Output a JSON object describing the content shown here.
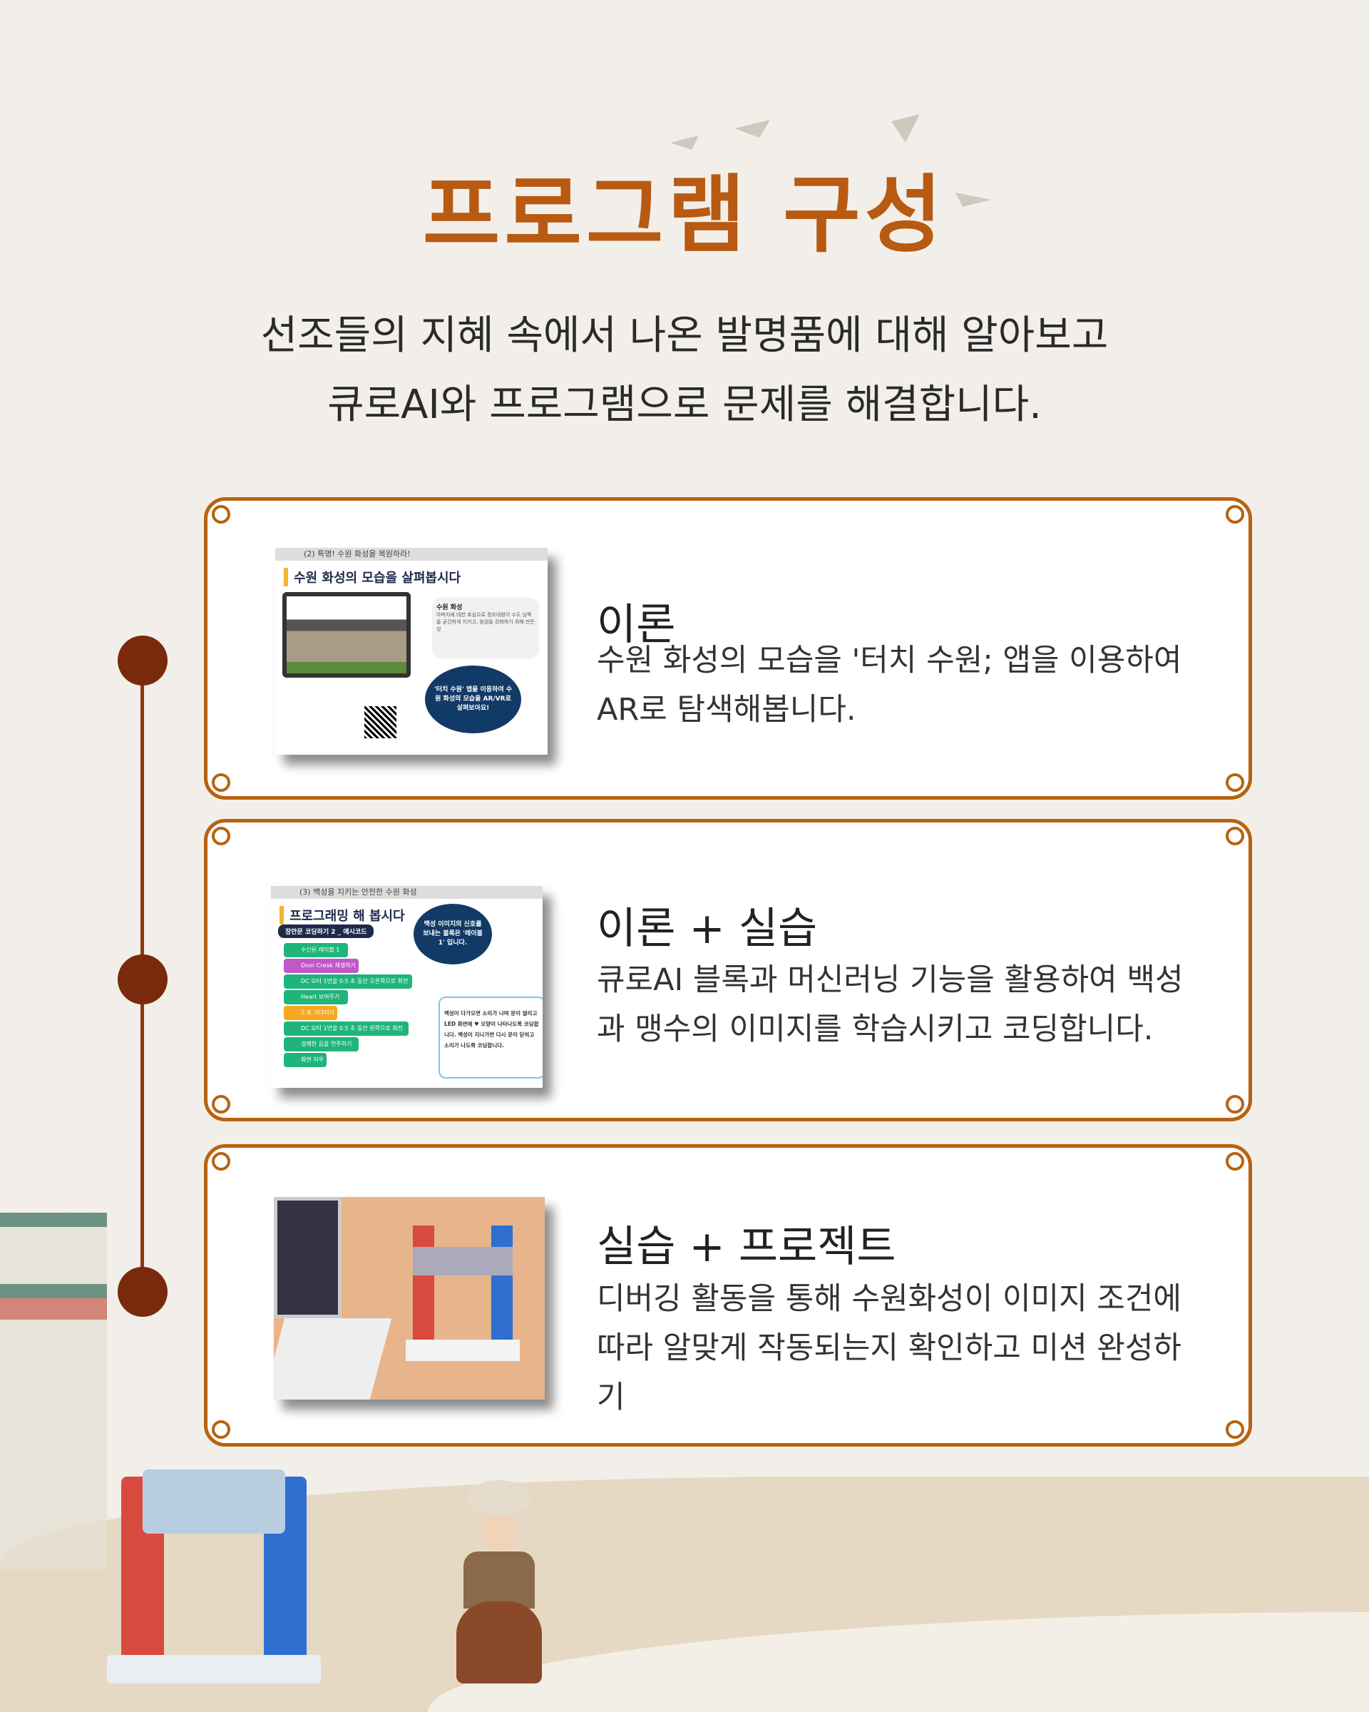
{
  "title": "프로그램 구성",
  "subtitle": [
    "선조들의 지혜 속에서 나온 발명품에 대해 알아보고",
    "큐로AI와 프로그램으로 문제를 해결합니다."
  ],
  "colors": {
    "accent": "#b85a12",
    "timeline": "#7a2a0c",
    "background": "#f2efea"
  },
  "cards": [
    {
      "heading": "이론",
      "body": "수원 화성의 모습을 '터치 수원; 앱을 이용하여 AR로 탐색해봅니다.",
      "image": {
        "tab": "(2) 특명! 수원 화성을 복원하라!",
        "title": "수원 화성의 모습을 살펴봅시다",
        "search": "수원 화성",
        "desc": "아버지에 대한 효심으로 정조대왕이 수도 남쪽을 굳건하게 지키고, 왕권을 강화하기 위해 만든 성",
        "bubble": "'터치 수원' 앱을 이용하여 수원 화성의 모습을 AR/VR로 살펴보아요!"
      }
    },
    {
      "heading": "이론 + 실습",
      "body": "큐로AI 블록과 머신러닝 기능을 활용하여 백성과 맹수의 이미지를 학습시키고 코딩합니다.",
      "image": {
        "tab": "(3) 백성을 지키는 안전한 수원 화성",
        "title": "프로그래밍 해 봅시다",
        "label": "장안문 코딩하기 2 _ 예시코드",
        "bubble": "백성 이미지의 신호를 보내는 블록은 '레이블 1' 입니다.",
        "blocks": [
          "수신된 레이블 1",
          "Door Creak 재생하기",
          "DC 모터 1번을 0.5 초 동안 오른쪽으로 회전",
          "Heart 보여주기",
          "5 초 기다리기",
          "DC 모터 1번을 0.5 초 동안 왼쪽으로 회전",
          "경쾌한 음을 연주하기",
          "화면 지우기"
        ],
        "note": "백성이 다가오면 소리가 나며 문이 열리고 LED 화면에 ♥ 모양이 나타나도록 코딩합니다. 백성이 지나가면 다시 문이 닫히고 소리가 나도록 코딩합니다."
      }
    },
    {
      "heading": "실습 + 프로젝트",
      "body": "디버깅 활동을 통해 수원화성이 이미지 조건에 따라 알맞게 작동되는지 확인하고 미션 완성하기"
    }
  ]
}
